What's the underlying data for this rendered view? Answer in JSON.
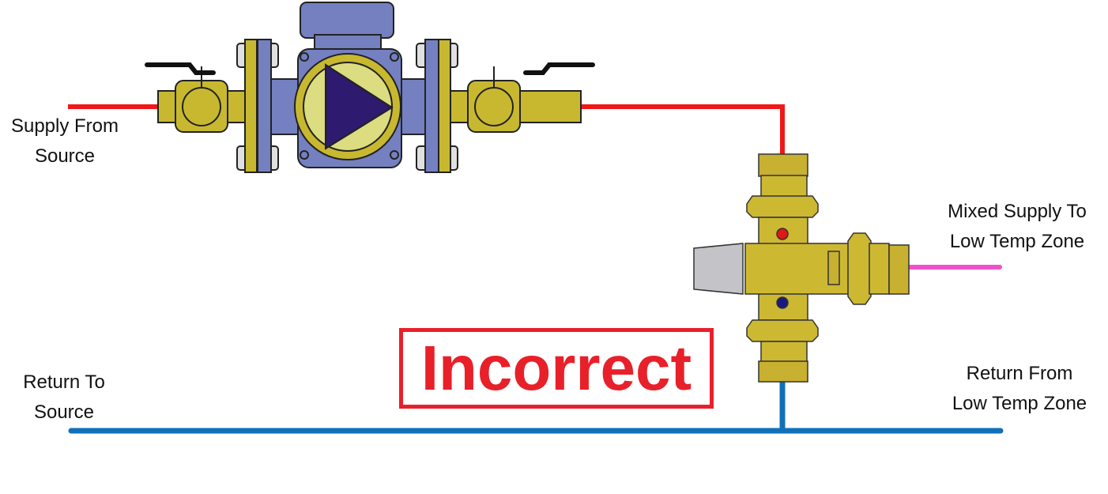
{
  "labels": {
    "supply_from_source": [
      "Supply From",
      "Source"
    ],
    "return_to_source": [
      "Return To",
      "Source"
    ],
    "mixed_supply": [
      "Mixed Supply To",
      "Low Temp Zone"
    ],
    "return_from_zone": [
      "Return From",
      "Low Temp Zone"
    ]
  },
  "verdict": "Incorrect",
  "colors": {
    "supply": "#f01818",
    "return": "#1070b8",
    "mixed": "#f050c8",
    "verdict": "#e8202a",
    "brass": "#cdb832",
    "pump_blue": "#7480c0"
  }
}
